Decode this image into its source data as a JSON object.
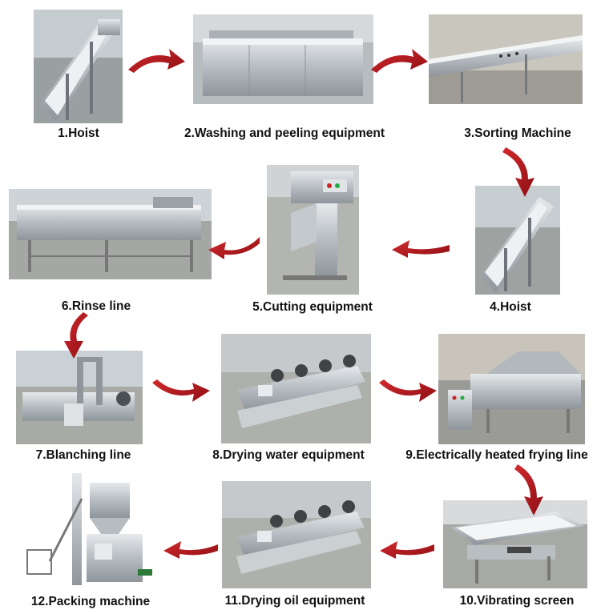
{
  "steps": [
    {
      "id": 1,
      "label": "1.Hoist",
      "icon": "hoist-conveyor-photo"
    },
    {
      "id": 2,
      "label": "2.Washing and peeling equipment",
      "icon": "washing-machine-photo"
    },
    {
      "id": 3,
      "label": "3.Sorting Machine",
      "icon": "sorting-table-photo"
    },
    {
      "id": 4,
      "label": "4.Hoist",
      "icon": "hoist-conveyor-photo"
    },
    {
      "id": 5,
      "label": "5.Cutting equipment",
      "icon": "cutting-machine-photo"
    },
    {
      "id": 6,
      "label": "6.Rinse line",
      "icon": "rinse-tank-photo"
    },
    {
      "id": 7,
      "label": "7.Blanching line",
      "icon": "blanching-line-photo"
    },
    {
      "id": 8,
      "label": "8.Drying water equipment",
      "icon": "air-dryer-photo"
    },
    {
      "id": 9,
      "label": "9.Electrically heated frying line",
      "icon": "fryer-photo"
    },
    {
      "id": 10,
      "label": "10.Vibrating screen",
      "icon": "vibrating-screen-photo"
    },
    {
      "id": 11,
      "label": "11.Drying oil equipment",
      "icon": "air-dryer-photo"
    },
    {
      "id": 12,
      "label": "12.Packing machine",
      "icon": "packing-machine-photo"
    }
  ],
  "colors": {
    "arrow": "#b5141a",
    "steel": "#b9bfc4",
    "floor": "#8d8f8c",
    "wall": "#c9d0d6"
  }
}
